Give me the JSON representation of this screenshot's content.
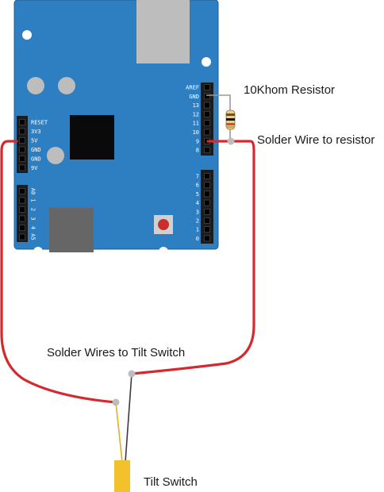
{
  "colors": {
    "board": "#2e7fc1",
    "board_edge": "#235f92",
    "header": "#1c1c1c",
    "chip": "#0a0a0a",
    "usb": "#bdbdbd",
    "jack": "#666666",
    "wire_red": "#d42a2e",
    "wire_dark": "#3a3a3a",
    "wire_yellow": "#e2b21e",
    "switch_body": "#f2c12c",
    "reset_button": "#c9302c"
  },
  "labels": {
    "resistor": "10Khom Resistor",
    "solder_resistor": "Solder Wire to resistor",
    "solder_switch": "Solder Wires to Tilt Switch",
    "tilt_switch": "Tilt Switch"
  },
  "board": {
    "power_pins": [
      "RESET",
      "3V3",
      "5V",
      "GND",
      "GND",
      "9V"
    ],
    "analog_pins": [
      "A0",
      "1",
      "2",
      "3",
      "4",
      "A5"
    ],
    "digital_pins_top": [
      "AREF",
      "GND",
      "13",
      "12",
      "11",
      "10",
      "9",
      "8"
    ],
    "digital_pins_bottom": [
      "7",
      "6",
      "5",
      "4",
      "3",
      "2",
      "1",
      "0"
    ]
  }
}
